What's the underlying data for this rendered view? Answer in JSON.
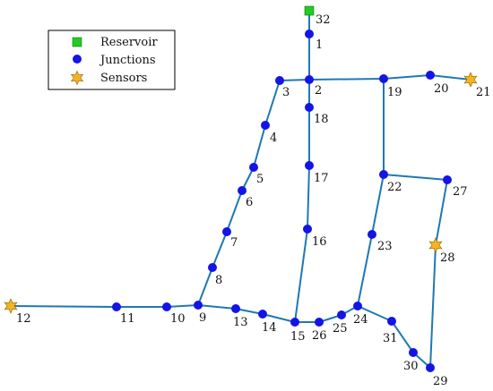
{
  "legend": {
    "items": [
      {
        "symbol": "square",
        "color": "#22cc22",
        "label": "Reservoir"
      },
      {
        "symbol": "circle",
        "color": "#1414e6",
        "label": "Junctions"
      },
      {
        "symbol": "star",
        "color": "#f5b323",
        "label": "Sensors"
      }
    ]
  },
  "style": {
    "pipe_color": "#1f78b4",
    "reservoir_color": "#22cc22",
    "junction_color": "#1414e6",
    "sensor_color": "#f5b323"
  },
  "nodes": [
    {
      "id": "32",
      "type": "reservoir"
    },
    {
      "id": "1",
      "type": "junction"
    },
    {
      "id": "2",
      "type": "junction"
    },
    {
      "id": "3",
      "type": "junction"
    },
    {
      "id": "4",
      "type": "junction"
    },
    {
      "id": "5",
      "type": "junction"
    },
    {
      "id": "6",
      "type": "junction"
    },
    {
      "id": "7",
      "type": "junction"
    },
    {
      "id": "8",
      "type": "junction"
    },
    {
      "id": "9",
      "type": "junction"
    },
    {
      "id": "10",
      "type": "junction"
    },
    {
      "id": "11",
      "type": "junction"
    },
    {
      "id": "12",
      "type": "sensor"
    },
    {
      "id": "13",
      "type": "junction"
    },
    {
      "id": "14",
      "type": "junction"
    },
    {
      "id": "15",
      "type": "junction"
    },
    {
      "id": "16",
      "type": "junction"
    },
    {
      "id": "17",
      "type": "junction"
    },
    {
      "id": "18",
      "type": "junction"
    },
    {
      "id": "19",
      "type": "junction"
    },
    {
      "id": "20",
      "type": "junction"
    },
    {
      "id": "21",
      "type": "sensor"
    },
    {
      "id": "22",
      "type": "junction"
    },
    {
      "id": "23",
      "type": "junction"
    },
    {
      "id": "24",
      "type": "junction"
    },
    {
      "id": "25",
      "type": "junction"
    },
    {
      "id": "26",
      "type": "junction"
    },
    {
      "id": "27",
      "type": "junction"
    },
    {
      "id": "28",
      "type": "sensor"
    },
    {
      "id": "29",
      "type": "junction"
    },
    {
      "id": "30",
      "type": "junction"
    },
    {
      "id": "31",
      "type": "junction"
    }
  ],
  "pipes": [
    [
      "32",
      "1"
    ],
    [
      "1",
      "2"
    ],
    [
      "3",
      "2"
    ],
    [
      "2",
      "19"
    ],
    [
      "19",
      "20"
    ],
    [
      "20",
      "21"
    ],
    [
      "3",
      "4"
    ],
    [
      "4",
      "5"
    ],
    [
      "5",
      "6"
    ],
    [
      "6",
      "7"
    ],
    [
      "7",
      "8"
    ],
    [
      "8",
      "9"
    ],
    [
      "12",
      "11"
    ],
    [
      "11",
      "10"
    ],
    [
      "10",
      "9"
    ],
    [
      "9",
      "13"
    ],
    [
      "13",
      "14"
    ],
    [
      "14",
      "15"
    ],
    [
      "2",
      "18"
    ],
    [
      "18",
      "17"
    ],
    [
      "17",
      "16"
    ],
    [
      "16",
      "15"
    ],
    [
      "15",
      "26"
    ],
    [
      "26",
      "25"
    ],
    [
      "25",
      "24"
    ],
    [
      "19",
      "22"
    ],
    [
      "22",
      "27"
    ],
    [
      "22",
      "23"
    ],
    [
      "23",
      "24"
    ],
    [
      "27",
      "28"
    ],
    [
      "28",
      "29"
    ],
    [
      "24",
      "31"
    ],
    [
      "31",
      "30"
    ],
    [
      "30",
      "29"
    ]
  ]
}
